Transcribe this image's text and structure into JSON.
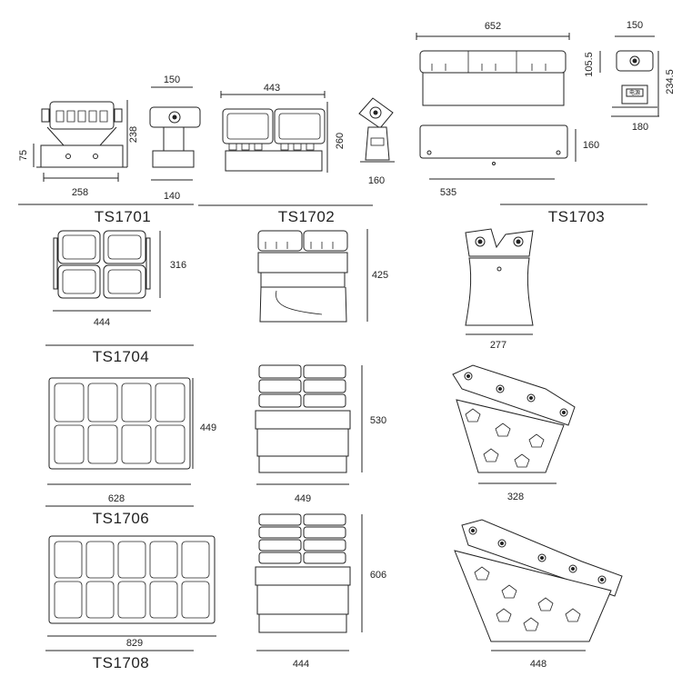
{
  "sheet": {
    "models": {
      "ts1701": "TS1701",
      "ts1702": "TS1702",
      "ts1703": "TS1703",
      "ts1704": "TS1704",
      "ts1706": "TS1706",
      "ts1708": "TS1708"
    },
    "dims": {
      "ts1701_front_width": "258",
      "ts1701_front_height": "238",
      "ts1701_base_height": "75",
      "ts1701_side_width": "150",
      "ts1701_side_base": "140",
      "ts1702_front_width": "443",
      "ts1702_front_height": "260",
      "ts1702_side_base": "160",
      "ts1703_front_width": "652",
      "ts1703_front_height": "105.5",
      "ts1703_bottom_width": "535",
      "ts1703_bottom_depth": "160",
      "ts1703_side_width": "150",
      "ts1703_side_height": "234.5",
      "ts1703_side_base": "180",
      "ts1704_front_width": "444",
      "ts1704_front_height": "316",
      "ts1704_side_height": "425",
      "ts1704_back_width": "277",
      "ts1706_front_width": "628",
      "ts1706_front_height": "449",
      "ts1706_side_width": "449",
      "ts1706_side_height": "530",
      "ts1706_angle_width": "328",
      "ts1708_front_width": "829",
      "ts1708_side_width": "444",
      "ts1708_side_height": "606",
      "ts1708_angle_width": "448"
    },
    "label_tag": "电源"
  }
}
